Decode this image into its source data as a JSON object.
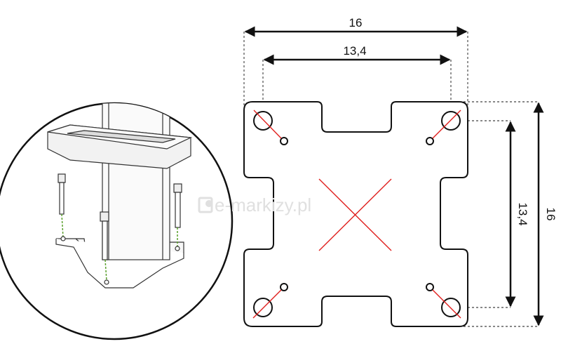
{
  "watermark": "e-markizy.pl",
  "dimensions": {
    "outer_width": "16",
    "hole_spacing_width": "13,4",
    "hole_spacing_height": "13,4",
    "outer_height": "16"
  },
  "colors": {
    "outline": "#111111",
    "red": "#e0201e",
    "anchor_green": "#5aa02c"
  }
}
